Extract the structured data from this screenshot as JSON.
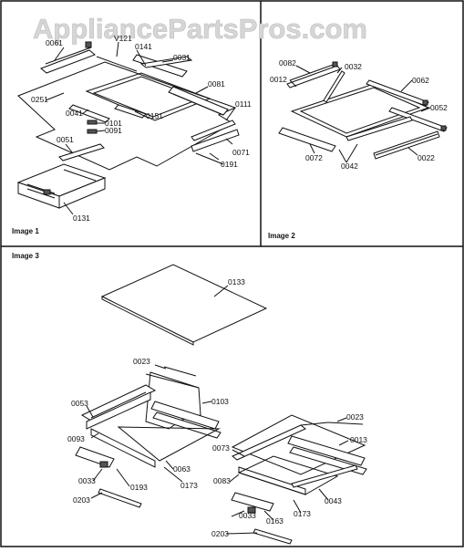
{
  "watermark": "AppliancePartsPros.com",
  "captions": {
    "image1": "Image 1",
    "image2": "Image 2",
    "image3": "Image 3"
  },
  "labels": {
    "img1": [
      "0061",
      "V121",
      "0141",
      "0031",
      "0251",
      "0081",
      "0041",
      "0151",
      "0101",
      "0091",
      "0111",
      "0051",
      "0071",
      "0191",
      "0131"
    ],
    "img2": [
      "0082",
      "0032",
      "0012",
      "0062",
      "0052",
      "0072",
      "0042",
      "0022"
    ],
    "img3": [
      "0133",
      "0023",
      "0103",
      "0053",
      "0093",
      "0033",
      "0193",
      "0203",
      "0063",
      "0173",
      "0023",
      "0013",
      "0073",
      "0083",
      "0033",
      "0163",
      "0203",
      "0173",
      "0043"
    ]
  }
}
